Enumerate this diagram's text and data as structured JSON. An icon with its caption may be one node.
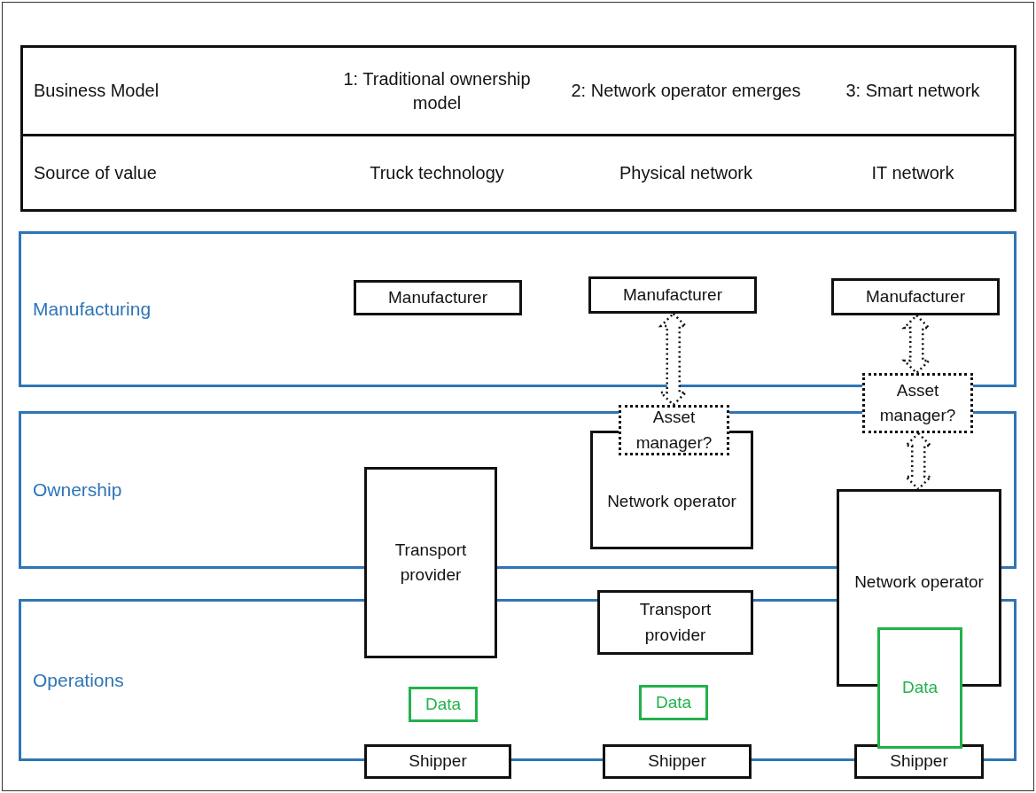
{
  "diagram": {
    "nodes": [
      {
        "text": [
          "Manufacturing"
        ]
      },
      {
        "text": [
          "Ownership"
        ]
      },
      {
        "text": [
          "Operations"
        ]
      },
      {
        "text": [
          "Manufacturer"
        ],
        "in": 0
      },
      {
        "text": [
          "Manufacturer"
        ],
        "in": 0
      },
      {
        "text": [
          "Manufacturer"
        ],
        "in": 0
      },
      {
        "text": [
          "Asset manager?"
        ]
      },
      {
        "text": [
          "Network operator"
        ],
        "in": 1
      },
      {
        "text": [
          "Asset manager?"
        ]
      },
      {
        "text": [
          "Transport provider"
        ]
      },
      {
        "text": [
          "Transport provider"
        ]
      },
      {
        "text": [
          "Network operator"
        ]
      },
      {
        "text": [
          "Data"
        ],
        "in": 2
      },
      {
        "text": [
          "Data"
        ],
        "in": 2
      },
      {
        "text": [
          "Data"
        ],
        "in": 2
      },
      {
        "text": [
          "Shipper"
        ]
      },
      {
        "text": [
          "Shipper"
        ]
      },
      {
        "text": [
          "Shipper"
        ]
      }
    ],
    "edges": [
      {
        "from": 4,
        "to": 6,
        "arrow": "both",
        "style": "dashed"
      },
      {
        "from": 5,
        "to": 8,
        "arrow": "both",
        "style": "dashed"
      },
      {
        "from": 8,
        "to": 11,
        "arrow": "both",
        "style": "dashed"
      }
    ],
    "labels": [
      "Business Model",
      "1: Traditional ownership model",
      "2: Network operator emerges",
      "3: Smart network",
      "Source of value",
      "Truck technology",
      "Physical network",
      "IT network"
    ]
  }
}
